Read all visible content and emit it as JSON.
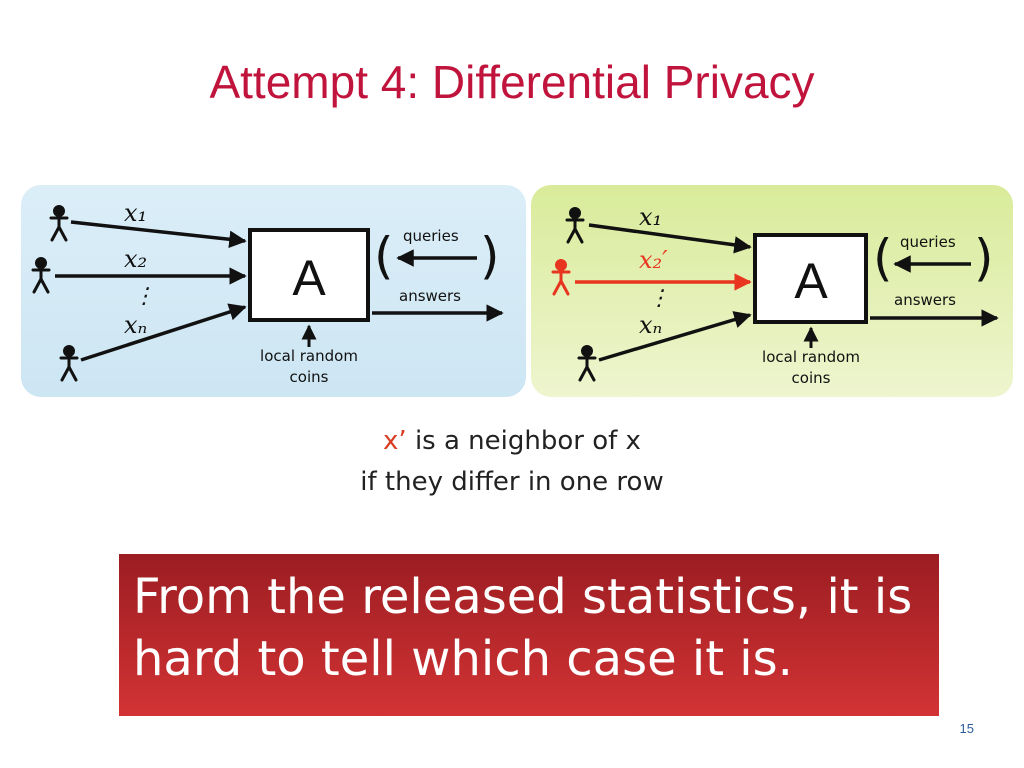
{
  "slide": {
    "title": "Attempt 4: Differential Privacy",
    "page_number": "15"
  },
  "diagram_left": {
    "inputs": [
      "x₁",
      "x₂",
      "⋮",
      "xₙ"
    ],
    "box_label": "A",
    "queries_label": "queries",
    "answers_label": "answers",
    "coins_line1": "local random",
    "coins_line2": "coins",
    "paren_open": "(",
    "paren_close": ")"
  },
  "diagram_right": {
    "inputs": [
      "x₁",
      "x₂′",
      "⋮",
      "xₙ"
    ],
    "box_label": "A",
    "queries_label": "queries",
    "answers_label": "answers",
    "coins_line1": "local random",
    "coins_line2": "coins",
    "paren_open": "(",
    "paren_close": ")",
    "highlight_color": "#e8351f"
  },
  "note": {
    "line1_accent": "x’",
    "line1_rest": " is a neighbor of x",
    "line2": "if they differ in one row"
  },
  "callout": {
    "text": "From the released statistics, it is hard to tell which case it is."
  },
  "colors": {
    "title": "#c0143c",
    "left_panel": "#d4eaf5",
    "right_panel": "#dcec9f",
    "callout": "#b82528"
  }
}
